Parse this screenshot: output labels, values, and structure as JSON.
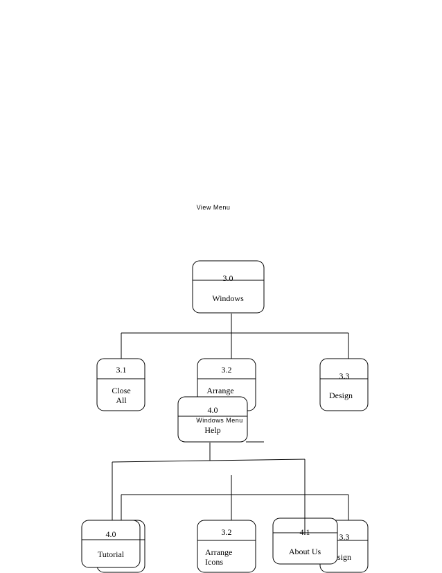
{
  "caption": "View  Menu",
  "boxes": {
    "b30": {
      "number": "3.0",
      "label": "Windows"
    },
    "b31": {
      "number": "3.1",
      "label_line1": "Close",
      "label_line2": "All"
    },
    "b32": {
      "number": "3.2",
      "label": "Arrange"
    },
    "b33": {
      "number": "3.3",
      "label": "Design"
    },
    "b40": {
      "number": "4.0",
      "caption": "Windows  Menu",
      "label": "Help"
    },
    "b40b": {
      "number": "4.0",
      "label": "Tutorial"
    },
    "b32b": {
      "number": "3.2",
      "label_line1": "Arrange",
      "label_line2": "Icons"
    },
    "b41": {
      "number": "4.1",
      "label": "About Us"
    },
    "b33b": {
      "number": "3.3",
      "label": "sign"
    }
  }
}
